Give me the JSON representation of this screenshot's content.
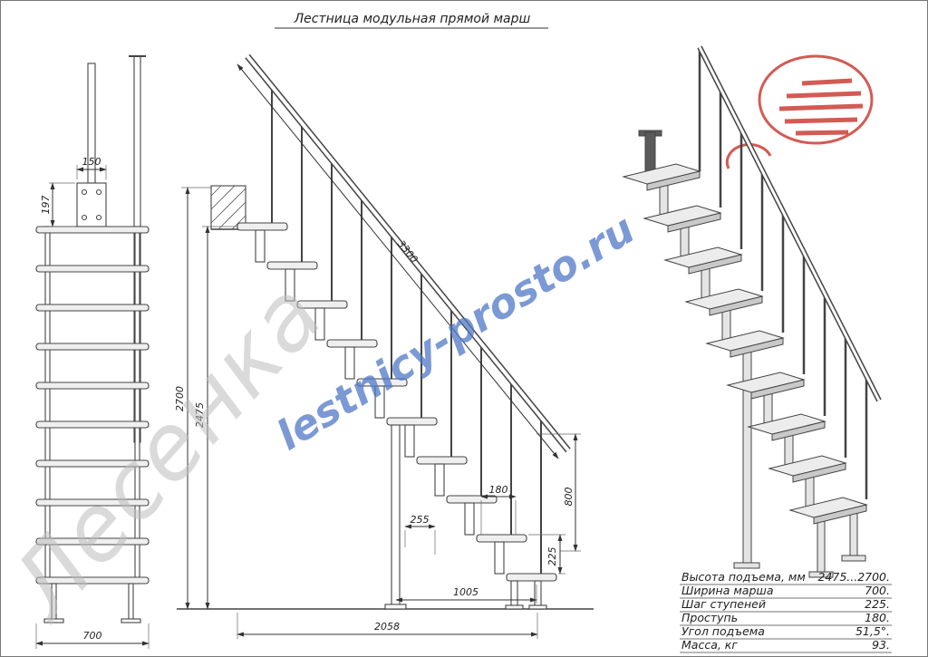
{
  "title": "Лестница модульная прямой марш",
  "watermarks": {
    "brand": "Лесенка",
    "site": "lestnicy-prosto.ru"
  },
  "colors": {
    "logo_red": "#cf4a42",
    "watermark_blue": "#4f77c8",
    "watermark_gray": "#bcbcbc"
  },
  "front_view": {
    "dim_plate_width": "150",
    "dim_plate_height": "197",
    "dim_width": "700"
  },
  "side_view": {
    "dim_height_max": "2700",
    "dim_height_min": "2475",
    "dim_stringer": "3300",
    "dim_tread": "180",
    "dim_module": "255",
    "dim_support": "800",
    "dim_rise": "225",
    "dim_run_bottom": "1005",
    "dim_total_run": "2058"
  },
  "specs": {
    "rows": [
      {
        "label": "Высота подъема, мм",
        "value": "2475...2700."
      },
      {
        "label": "Ширина марша",
        "value": "700."
      },
      {
        "label": "Шаг ступеней",
        "value": "225."
      },
      {
        "label": "Проступь",
        "value": "180."
      },
      {
        "label": "Угол подъема",
        "value": "51,5°."
      },
      {
        "label": "Масса, кг",
        "value": "93."
      }
    ]
  }
}
